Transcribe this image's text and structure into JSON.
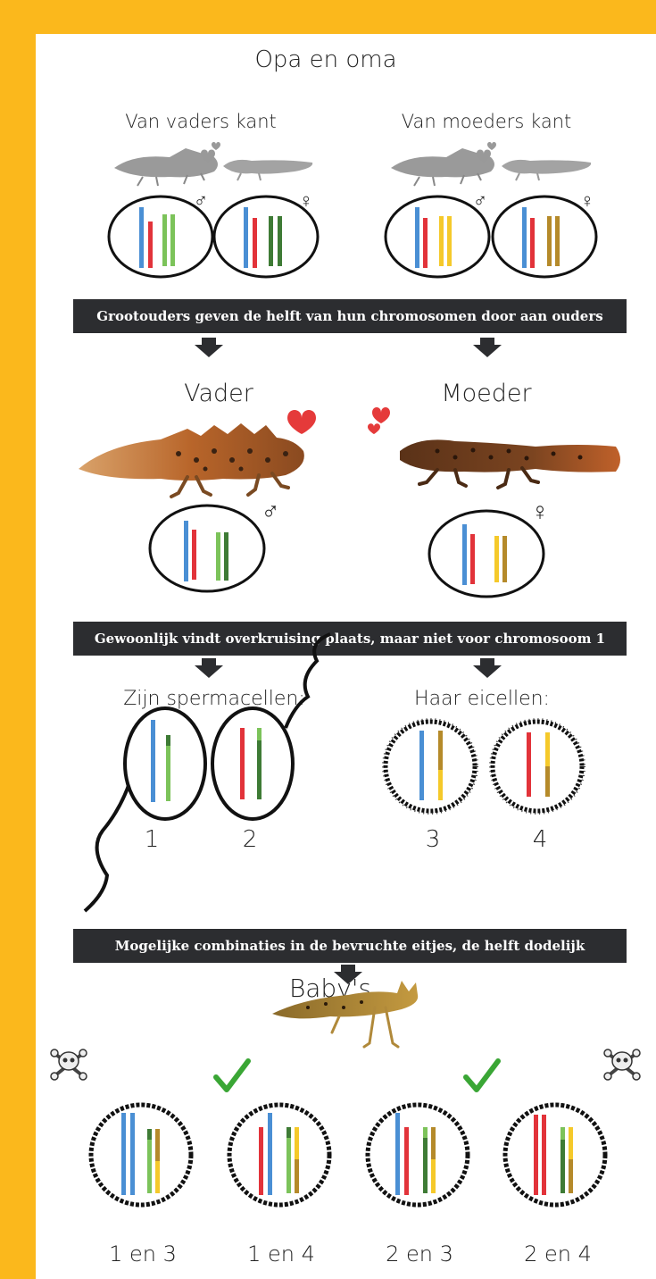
{
  "title": "Opa en oma",
  "grandparents": {
    "paternal_label": "Van vaders kant",
    "maternal_label": "Van moeders kant"
  },
  "banners": [
    "Grootouders geven de helft van hun chromosomen door aan ouders",
    "Gewoonlijk vindt overkruising plaats, maar niet voor chromosoom 1",
    "Mogelijke combinaties in de bevruchte eitjes, de helft dodelijk"
  ],
  "parents": {
    "father": "Vader",
    "mother": "Moeder"
  },
  "gametes": {
    "sperm_label": "Zijn spermacellen:",
    "egg_label": "Haar eicellen:",
    "numbers": [
      "1",
      "2",
      "3",
      "4"
    ]
  },
  "babies": {
    "title": "Baby's",
    "combos": [
      "1 en 3",
      "1 en 4",
      "2 en 3",
      "2 en 4"
    ]
  },
  "symbols": {
    "male": "♂",
    "female": "♀"
  },
  "colors": {
    "background": "#FBB81C",
    "banner": "#2c2d30",
    "chrom_blue": "#4a8fd4",
    "chrom_red": "#e2333a",
    "chrom_lightgreen": "#7cc35a",
    "chrom_darkgreen": "#3e7b35",
    "chrom_yellow": "#f5c92a",
    "chrom_darkyellow": "#b58a2a",
    "heart": "#e53a3a",
    "check": "#3aa635"
  }
}
